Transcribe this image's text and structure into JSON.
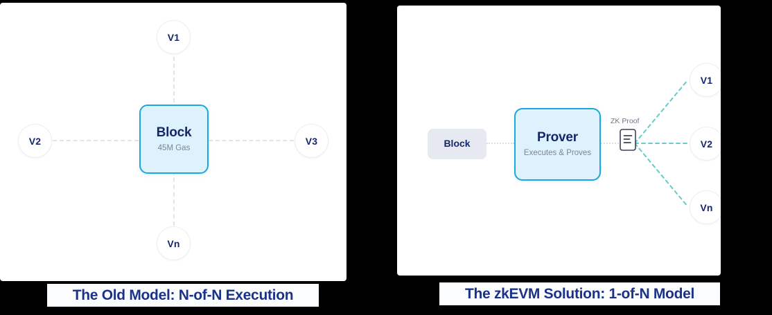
{
  "figure": {
    "background_color": "#000000",
    "accent_primary": "#18a8dd",
    "accent_navy": "#16266b",
    "accent_teal": "#4cc3c0",
    "muted_text": "#7b8596",
    "connector_gray": "#e1e4ea"
  },
  "left_panel": {
    "caption": "The Old Model: N-of-N Execution",
    "center_node": {
      "title": "Block",
      "subtitle": "45M Gas",
      "fill": "#ddf2fd",
      "border": "#18a8dd"
    },
    "validators": [
      {
        "label": "V1",
        "position": "top"
      },
      {
        "label": "V2",
        "position": "left"
      },
      {
        "label": "V3",
        "position": "right"
      },
      {
        "label": "Vn",
        "position": "bottom"
      }
    ]
  },
  "right_panel": {
    "caption": "The zkEVM Solution: 1-of-N Model",
    "source_node": {
      "title": "Block",
      "fill": "#e6e9f2"
    },
    "prover_node": {
      "title": "Prover",
      "subtitle": "Executes & Proves",
      "fill": "#ddf2fd",
      "border": "#18a8dd"
    },
    "proof": {
      "label": "ZK Proof",
      "icon": "document-icon"
    },
    "validators": [
      {
        "label": "V1"
      },
      {
        "label": "V2"
      },
      {
        "label": "Vn"
      }
    ]
  }
}
